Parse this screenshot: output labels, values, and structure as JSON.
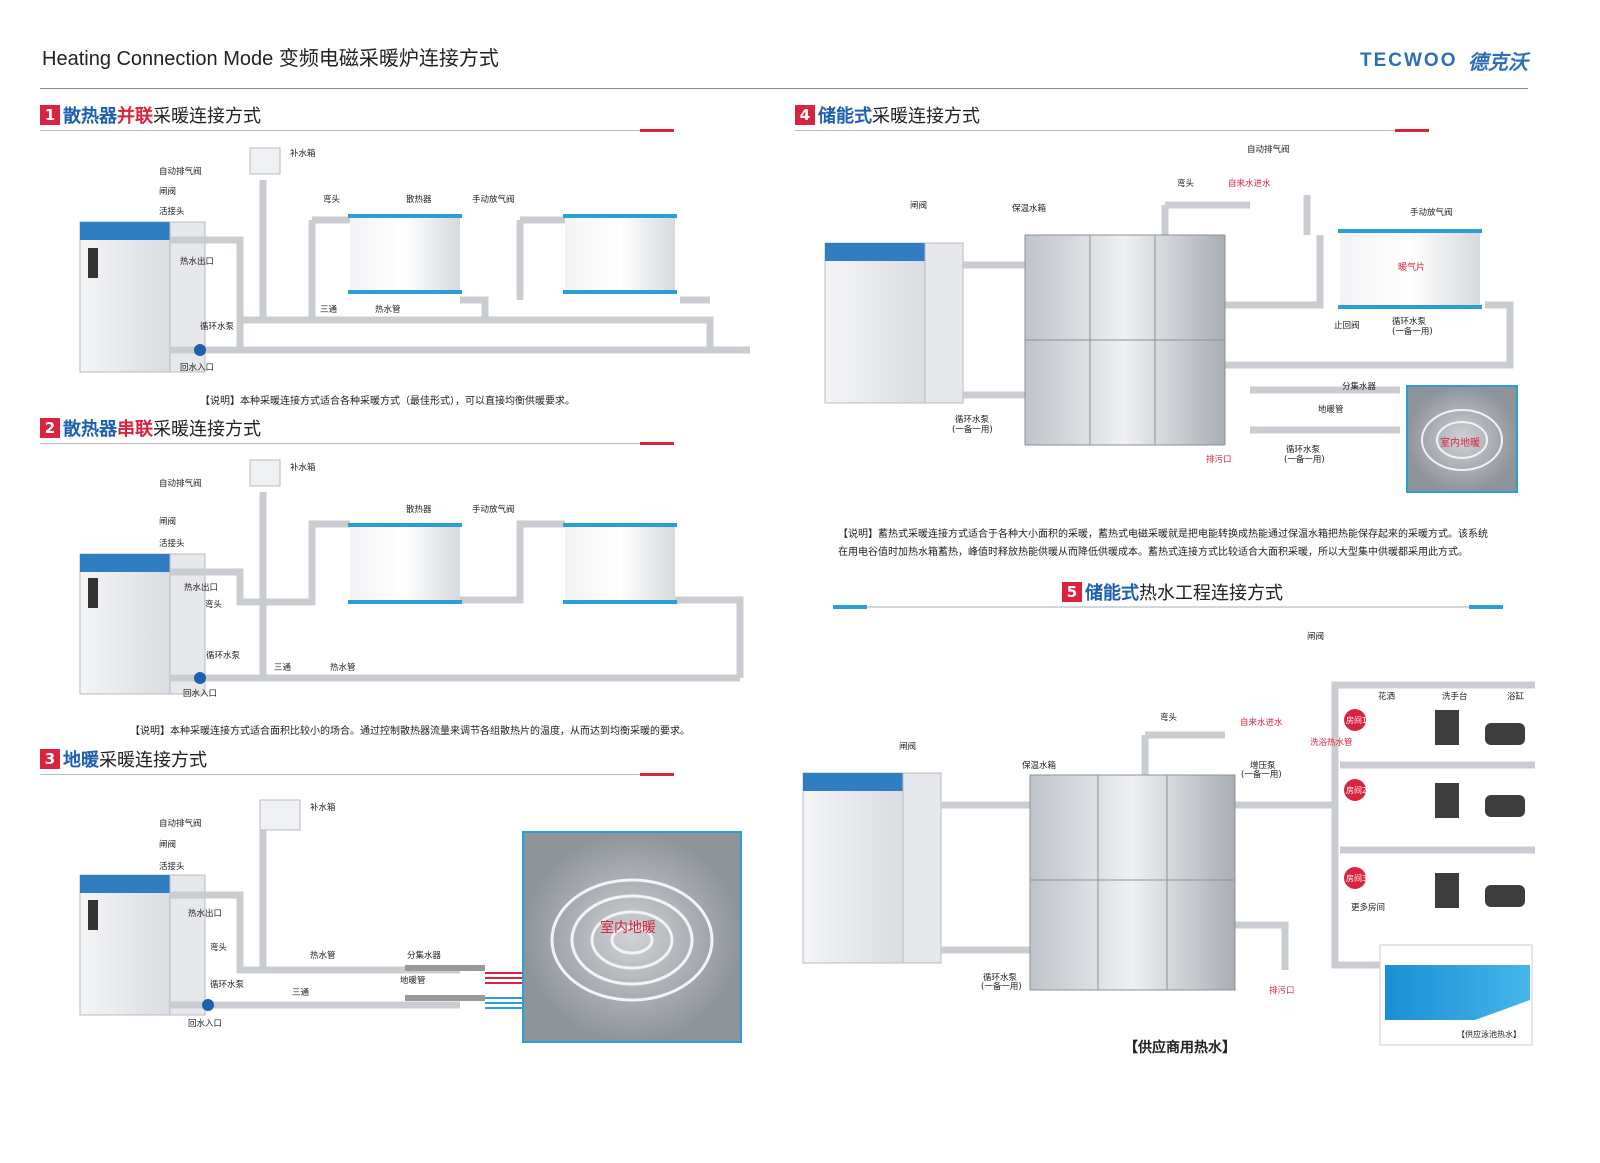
{
  "header": {
    "title": "Heating Connection Mode  变频电磁采暖炉连接方式",
    "logo_en": "TECWOO",
    "logo_cn": "德克沃"
  },
  "sections": [
    {
      "num": "1",
      "hl1": "散热器",
      "hl2": "并联",
      "rest": "采暖连接方式",
      "note": "【说明】本种采暖连接方式适合各种采暖方式（最佳形式），可以直接均衡供暖要求。"
    },
    {
      "num": "2",
      "hl1": "散热器",
      "hl2": "串联",
      "rest": "采暖连接方式",
      "note": "【说明】本种采暖连接方式适合面积比较小的场合。通过控制散热器流量来调节各组散热片的温度，从而达到均衡采暖的要求。"
    },
    {
      "num": "3",
      "hl1": "地暖",
      "hl2": "",
      "rest": "采暖连接方式",
      "note": ""
    },
    {
      "num": "4",
      "hl1": "储能式",
      "hl2": "",
      "rest": "采暖连接方式",
      "note1": "【说明】蓄热式采暖连接方式适合于各种大小面积的采暖，蓄热式电磁采暖就是把电能转换成热能通过保温水箱把热能保存起来的采暖方式。该系统",
      "note2": "在用电谷值时加热水箱蓄热，峰值时释放热能供暖从而降低供暖成本。蓄热式连接方式比较适合大面积采暖，所以大型集中供暖都采用此方式。"
    },
    {
      "num": "5",
      "hl1": "储能式",
      "hl2": "",
      "rest": "热水工程连接方式",
      "footer": "【供应商用热水】",
      "pool_caption": "【供应泳池热水】"
    }
  ],
  "labels": {
    "d1": {
      "tank": "补水箱",
      "air_valve": "自动排气阀",
      "gate": "闸阀",
      "union": "活接头",
      "hot_out": "热水出口",
      "elbow": "弯头",
      "radiator": "散热器",
      "manual_vent": "手动放气阀",
      "tee": "三通",
      "hot_pipe": "热水管",
      "pump": "循环水泵",
      "return": "回水入口"
    },
    "d2": {
      "tank": "补水箱",
      "air_valve": "自动排气阀",
      "gate": "闸阀",
      "union": "活接头",
      "hot_out": "热水出口",
      "elbow": "弯头",
      "radiator": "散热器",
      "manual_vent": "手动放气阀",
      "tee": "三通",
      "hot_pipe": "热水管",
      "pump": "循环水泵",
      "return": "回水入口"
    },
    "d3": {
      "tank": "补水箱",
      "air_valve": "自动排气阀",
      "gate": "闸阀",
      "union": "活接头",
      "hot_out": "热水出口",
      "elbow": "弯头",
      "pump": "循环水泵",
      "return": "回水入口",
      "hot_pipe": "热水管",
      "tee": "三通",
      "manifold": "分集水器",
      "floor_pipe": "地暖管",
      "photo": "室内地暖"
    },
    "d4": {
      "air_valve": "自动排气阀",
      "elbow": "弯头",
      "city_water": "自来水进水",
      "gate": "闸阀",
      "tank": "保温水箱",
      "manual_vent": "手动放气阀",
      "radiator": "暖气片",
      "check": "止回阀",
      "pump": "循环水泵",
      "standby": "(一备一用)",
      "manifold": "分集水器",
      "floor_pipe": "地暖管",
      "drain": "排污口",
      "photo": "室内地暖"
    },
    "d5": {
      "gate_top": "闸阀",
      "elbow": "弯头",
      "city_water": "自来水进水",
      "gate": "闸阀",
      "tank": "保温水箱",
      "booster": "增压泵",
      "standby": "(一备一用)",
      "pump": "循环水泵",
      "drain": "排污口",
      "bath_pipe": "洗浴热水管",
      "room1": "房间1",
      "room2": "房间2",
      "room3": "房间3",
      "more": "更多房间",
      "shower": "花洒",
      "basin": "洗手台",
      "tub": "浴缸"
    }
  },
  "colors": {
    "red": "#d9233f",
    "blue": "#1e5fae",
    "pipe": "#c9ccd0",
    "cyan": "#2a9fd6"
  }
}
